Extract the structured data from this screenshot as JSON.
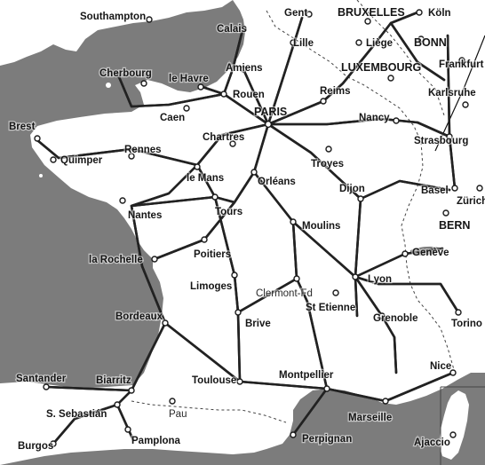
{
  "map": {
    "colors": {
      "sea": "#7c7c7c",
      "land": "#ffffff",
      "ink": "#161616"
    },
    "cities": {
      "southampton": "Southampton",
      "gent": "Gent",
      "bruxelles": "BRUXELLES",
      "koln": "Köln",
      "calais": "Calais",
      "lille": "Lille",
      "liege": "Liège",
      "bonn": "BONN",
      "frankfurt": "Frankfurt",
      "cherbourg": "Cherbourg",
      "le_havre": "le Havre",
      "amiens": "Amiens",
      "luxembourg": "LUXEMBOURG",
      "rouen": "Rouen",
      "karlsruhe": "Karlsruhe",
      "caen": "Caen",
      "paris": "PARIS",
      "reims": "Reims",
      "nancy": "Nancy",
      "brest": "Brest",
      "chartres": "Chartres",
      "strasbourg": "Strasbourg",
      "rennes": "Rennes",
      "quimper": "Quimper",
      "troyes": "Troyes",
      "le_mans": "le Mans",
      "orleans": "Orléans",
      "dijon": "Dijon",
      "basel": "Basel",
      "zurich": "Zürich",
      "nantes": "Nantes",
      "tours": "Tours",
      "bern": "BERN",
      "moulins": "Moulins",
      "geneve": "Genève",
      "la_rochelle": "la Rochelle",
      "poitiers": "Poitiers",
      "limoges": "Limoges",
      "clermont_fd": "Clermont-Fd",
      "lyon": "Lyon",
      "st_etienne": "St Etienne",
      "bordeaux": "Bordeaux",
      "brive": "Brive",
      "grenoble": "Grenoble",
      "torino": "Torino",
      "santander": "Santander",
      "biarritz": "Biarritz",
      "toulouse": "Toulouse",
      "montpellier": "Montpellier",
      "nice": "Nice",
      "s_sebastian": "S. Sebastián",
      "pau": "Pau",
      "marseille": "Marseille",
      "pamplona": "Pamplona",
      "burgos": "Burgos",
      "perpignan": "Perpignan",
      "ajaccio": "Ajaccio"
    }
  }
}
